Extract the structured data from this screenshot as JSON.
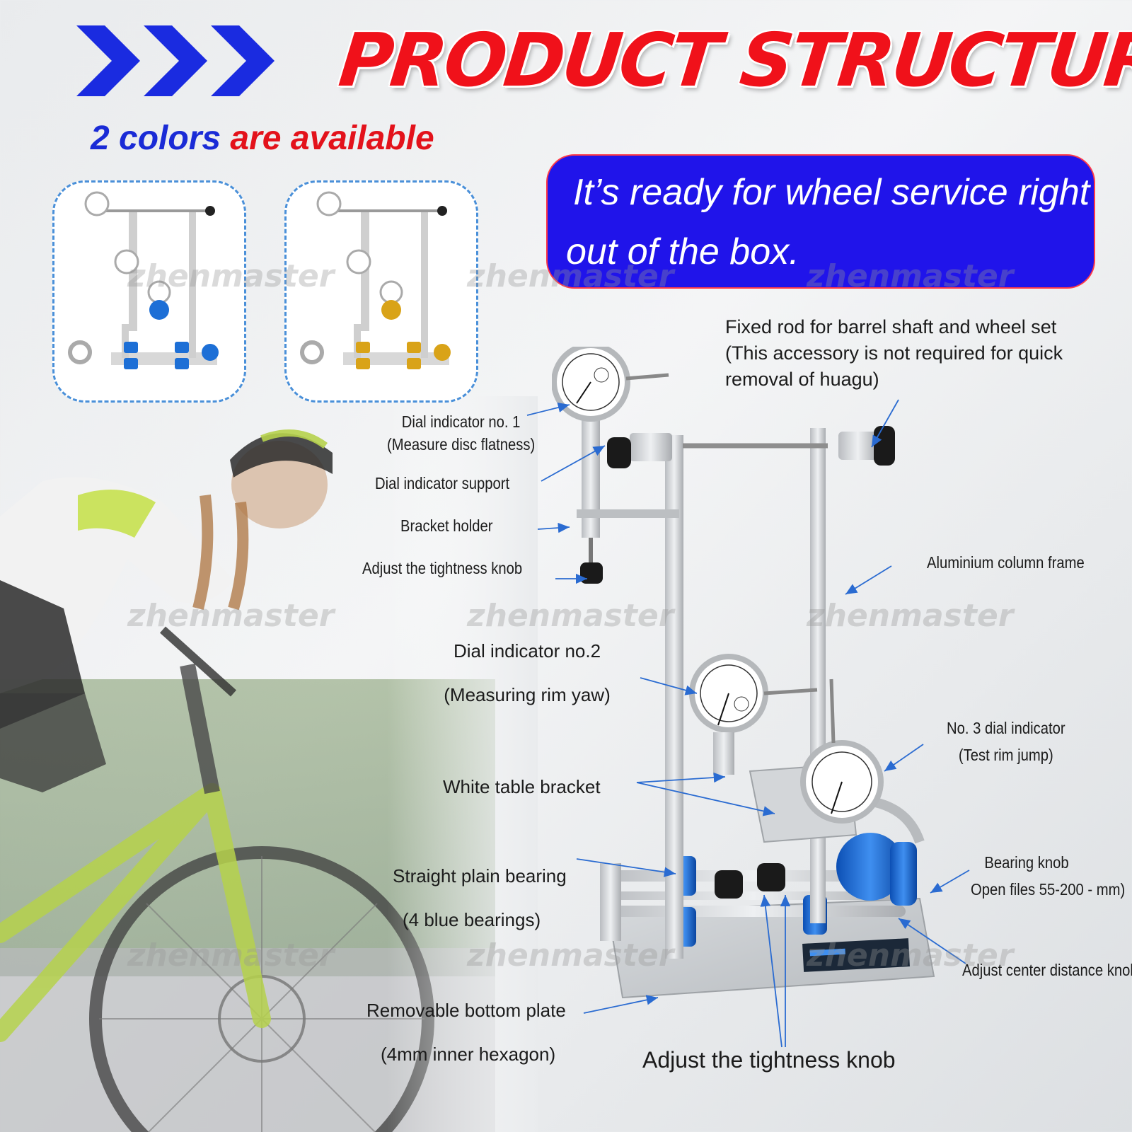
{
  "header": {
    "title": "PRODUCT STRUCTURE",
    "colors_count": "2 colors",
    "colors_rest": "are available"
  },
  "color_options": [
    {
      "name": "blue",
      "accent": "#1d6fd6"
    },
    {
      "name": "gold",
      "accent": "#d9a318"
    }
  ],
  "callout": {
    "line1": "It’s ready for wheel service right",
    "line2": "out of the box."
  },
  "watermark": "zhenmaster",
  "labels": {
    "fixed_rod_1": "Fixed rod for barrel shaft and wheel set",
    "fixed_rod_2": "(This accessory is not required for quick",
    "fixed_rod_3": "removal of huagu)",
    "dial1_1": "Dial indicator no. 1",
    "dial1_2": "(Measure disc flatness)",
    "dial_support": "Dial indicator support",
    "bracket_holder": "Bracket holder",
    "adjust_knob_top": "Adjust the tightness knob",
    "aluminium_frame": "Aluminium column frame",
    "dial2_1": "Dial indicator no.2",
    "dial2_2": "(Measuring rim yaw)",
    "dial3_1": "No. 3 dial indicator",
    "dial3_2": "(Test rim jump)",
    "white_table": "White table bracket",
    "bearing_knob_1": "Bearing knob",
    "bearing_knob_2": "Open files 55-200 - mm)",
    "straight_bearing_1": "Straight plain bearing",
    "straight_bearing_2": "(4 blue bearings)",
    "center_distance": "Adjust center distance knob",
    "bottom_plate_1": "Removable bottom plate",
    "bottom_plate_2": "(4mm inner hexagon)",
    "adjust_knob_bottom": "Adjust the tightness knob"
  },
  "colors": {
    "title_red": "#f0111a",
    "chevron_blue": "#1a2be0",
    "callout_bg": "#2014ea",
    "bearing_blue": "#1d6fd6",
    "leader_blue": "#2a6bd1"
  }
}
